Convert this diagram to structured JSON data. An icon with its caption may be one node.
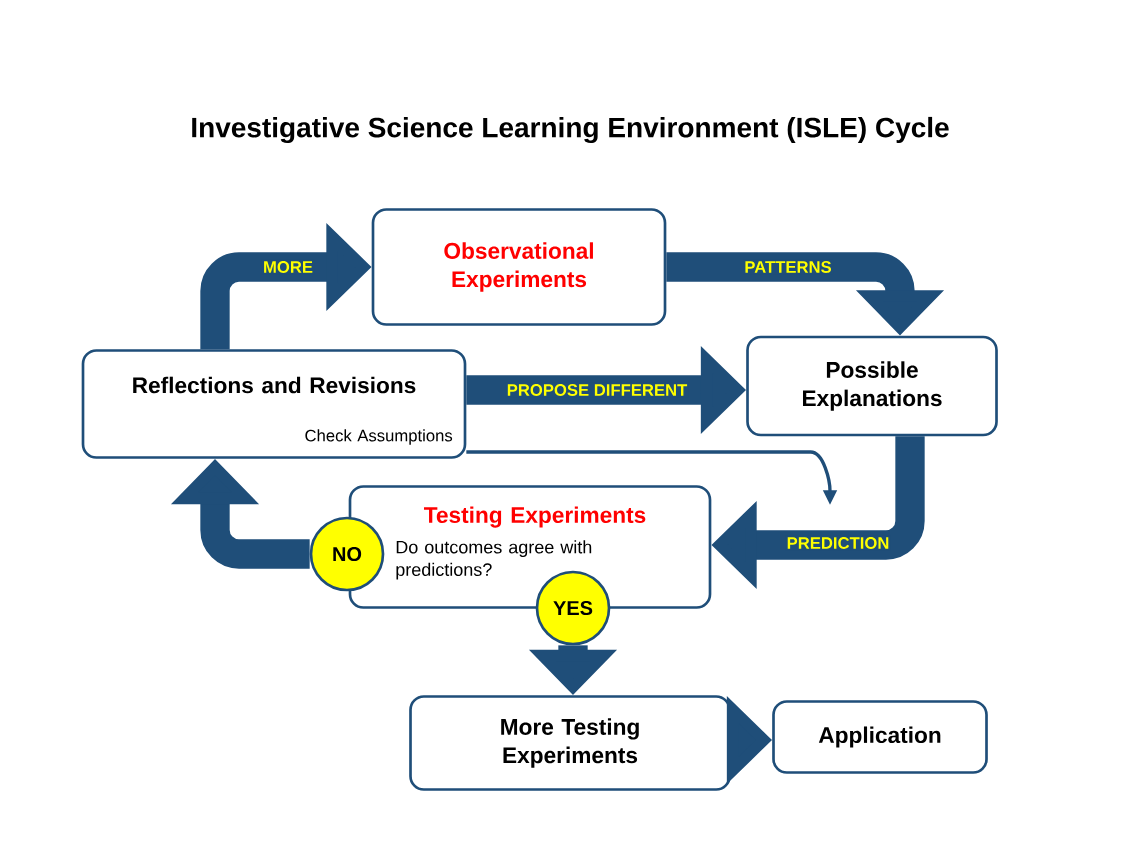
{
  "diagram": {
    "title": "Investigative Science Learning Environment (ISLE) Cycle",
    "nodes": [
      {
        "text": [
          "Observational Experiments"
        ]
      },
      {
        "text": [
          "Possible Explanations"
        ]
      },
      {
        "text": [
          "Reflections and Revisions",
          "Check Assumptions"
        ]
      },
      {
        "text": [
          "Testing Experiments",
          "Do outcomes agree with predictions?"
        ]
      },
      {
        "text": [
          "NO"
        ]
      },
      {
        "text": [
          "YES"
        ]
      },
      {
        "text": [
          "More Testing Experiments"
        ]
      },
      {
        "text": [
          "Application"
        ]
      }
    ],
    "edges": [
      {
        "from": 2,
        "to": 0,
        "arrow": "to",
        "label": "MORE"
      },
      {
        "from": 0,
        "to": 1,
        "arrow": "to",
        "label": "PATTERNS"
      },
      {
        "from": 2,
        "to": 1,
        "arrow": "to",
        "label": "PROPOSE DIFFERENT"
      },
      {
        "from": 2,
        "to": null,
        "arrow": "to"
      },
      {
        "from": 1,
        "to": 3,
        "arrow": "to",
        "label": "PREDICTION"
      },
      {
        "from": 4,
        "to": 2,
        "arrow": "to"
      },
      {
        "from": 5,
        "to": 6,
        "arrow": "to"
      },
      {
        "from": 6,
        "to": 7,
        "arrow": "to"
      }
    ]
  }
}
